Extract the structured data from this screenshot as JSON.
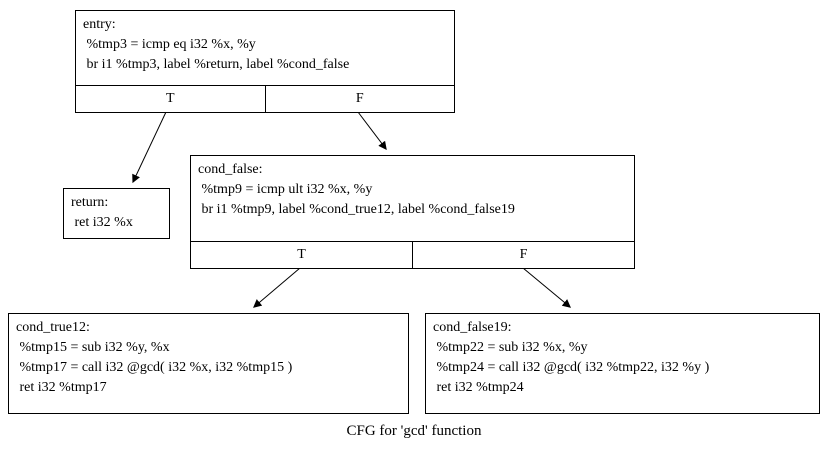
{
  "caption": "CFG for 'gcd' function",
  "nodes": {
    "entry": {
      "title": "entry:",
      "lines": [
        " %tmp3 = icmp eq i32 %x, %y",
        " br i1 %tmp3, label %return, label %cond_false"
      ],
      "branch_true": "T",
      "branch_false": "F"
    },
    "return": {
      "title": "return:",
      "lines": [
        " ret i32 %x"
      ]
    },
    "cond_false": {
      "title": "cond_false:",
      "lines": [
        " %tmp9 = icmp ult i32 %x, %y",
        " br i1 %tmp9, label %cond_true12, label %cond_false19"
      ],
      "branch_true": "T",
      "branch_false": "F"
    },
    "cond_true12": {
      "title": "cond_true12:",
      "lines": [
        " %tmp15 = sub i32 %y, %x",
        " %tmp17 = call i32 @gcd( i32 %x, i32 %tmp15 )",
        " ret i32 %tmp17"
      ]
    },
    "cond_false19": {
      "title": "cond_false19:",
      "lines": [
        " %tmp22 = sub i32 %x, %y",
        " %tmp24 = call i32 @gcd( i32 %tmp22, i32 %y )",
        " ret i32 %tmp24"
      ]
    }
  },
  "edges": [
    {
      "from": "entry",
      "label": "T",
      "to": "return"
    },
    {
      "from": "entry",
      "label": "F",
      "to": "cond_false"
    },
    {
      "from": "cond_false",
      "label": "T",
      "to": "cond_true12"
    },
    {
      "from": "cond_false",
      "label": "F",
      "to": "cond_false19"
    }
  ],
  "edge_color": "#000000"
}
